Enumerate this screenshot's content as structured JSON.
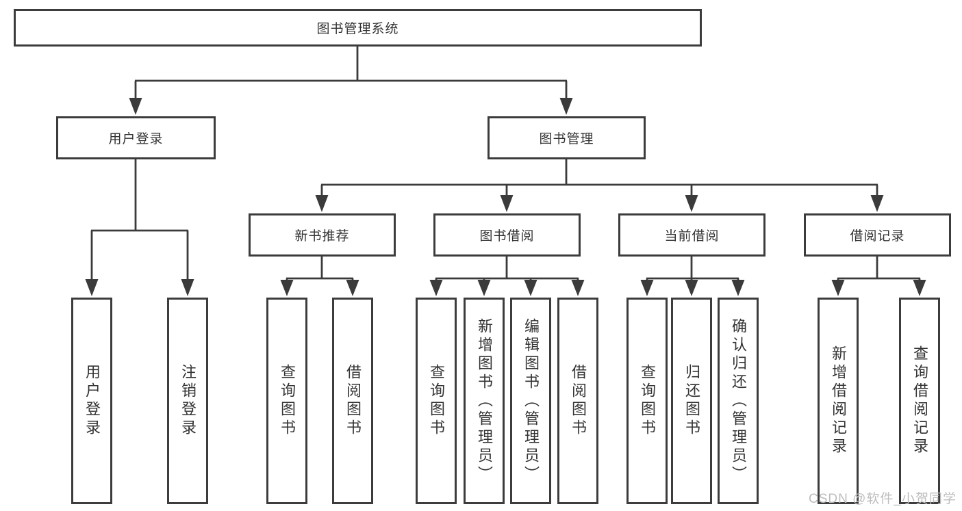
{
  "diagram": {
    "root": {
      "label": "图书管理系统"
    },
    "level2": [
      {
        "label": "用户登录"
      },
      {
        "label": "图书管理"
      }
    ],
    "level3": [
      {
        "label": "新书推荐"
      },
      {
        "label": "图书借阅"
      },
      {
        "label": "当前借阅"
      },
      {
        "label": "借阅记录"
      }
    ],
    "leaves": {
      "user_login_children": [
        {
          "label": "用户登录"
        },
        {
          "label": "注销登录"
        }
      ],
      "new_book_children": [
        {
          "label": "查询图书"
        },
        {
          "label": "借阅图书"
        }
      ],
      "book_borrow_children": [
        {
          "label": "查询图书"
        },
        {
          "label": "新增图书（管理员）"
        },
        {
          "label": "编辑图书（管理员）"
        },
        {
          "label": "借阅图书"
        }
      ],
      "current_borrow_children": [
        {
          "label": "查询图书"
        },
        {
          "label": "归还图书"
        },
        {
          "label": "确认归还（管理员）"
        }
      ],
      "borrow_record_children": [
        {
          "label": "新增借阅记录"
        },
        {
          "label": "查询借阅记录"
        }
      ]
    }
  },
  "watermark": "CSDN @软件_小贺同学",
  "colors": {
    "line": "#3b3b3b",
    "text": "#333333",
    "watermark": "#bdbdbd"
  }
}
